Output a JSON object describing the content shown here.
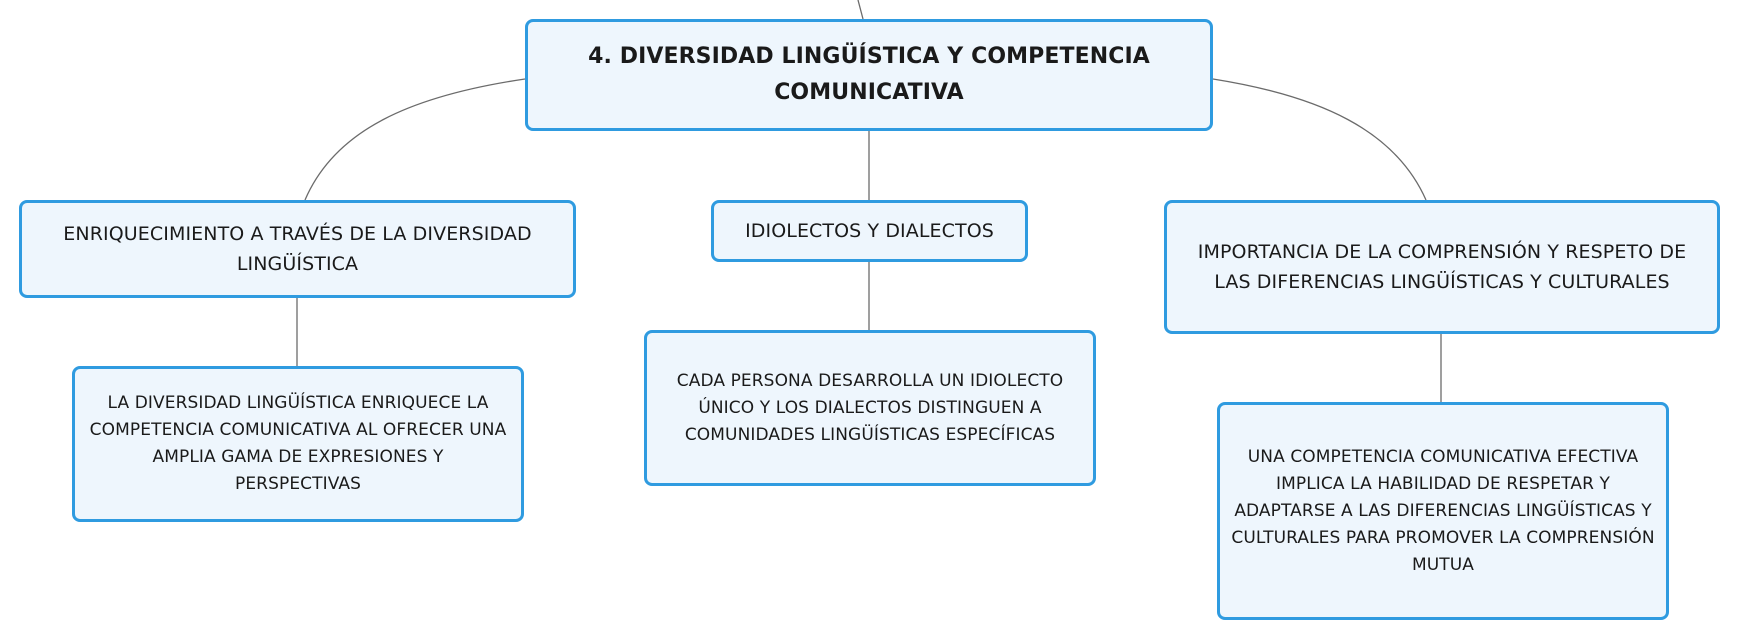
{
  "root": {
    "label": "4. DIVERSIDAD LINGÜÍSTICA Y COMPETENCIA COMUNICATIVA"
  },
  "branches": [
    {
      "label": "ENRIQUECIMIENTO A TRAVÉS DE LA DIVERSIDAD LINGÜÍSTICA",
      "detail": "LA DIVERSIDAD LINGÜÍSTICA ENRIQUECE LA COMPETENCIA COMUNICATIVA AL OFRECER UNA AMPLIA GAMA DE EXPRESIONES Y PERSPECTIVAS"
    },
    {
      "label": "IDIOLECTOS Y DIALECTOS",
      "detail": "CADA PERSONA DESARROLLA UN IDIOLECTO ÚNICO Y LOS DIALECTOS DISTINGUEN A COMUNIDADES LINGÜÍSTICAS ESPECÍFICAS"
    },
    {
      "label": "IMPORTANCIA DE LA COMPRENSIÓN Y RESPETO DE LAS DIFERENCIAS LINGÜÍSTICAS Y CULTURALES",
      "detail": "UNA COMPETENCIA COMUNICATIVA EFECTIVA IMPLICA LA HABILIDAD DE RESPETAR Y ADAPTARSE A LAS DIFERENCIAS LINGÜÍSTICAS Y CULTURALES PARA PROMOVER LA COMPRENSIÓN MUTUA"
    }
  ],
  "colors": {
    "node_border": "#2f9be0",
    "node_fill": "#eef6fd",
    "connector": "#6b6b6b",
    "text": "#1a1a1a"
  }
}
